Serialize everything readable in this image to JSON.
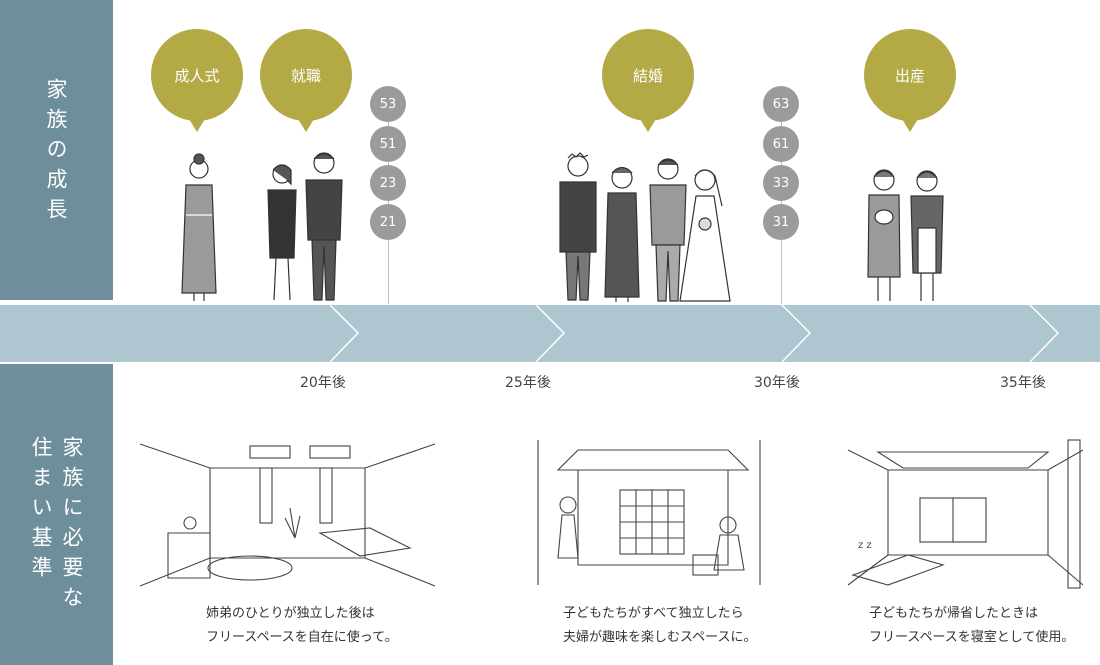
{
  "side_labels": {
    "top": "家族の成長",
    "bottom_right": "家族に必要な",
    "bottom_left": "住まい基準"
  },
  "events": [
    {
      "label": "成人式"
    },
    {
      "label": "就職"
    },
    {
      "label": "結婚"
    },
    {
      "label": "出産"
    }
  ],
  "age_groups": [
    {
      "ages": [
        "53",
        "51",
        "23",
        "21"
      ]
    },
    {
      "ages": [
        "63",
        "61",
        "33",
        "31"
      ]
    }
  ],
  "years": [
    "20年後",
    "25年後",
    "30年後",
    "35年後"
  ],
  "captions": [
    {
      "line1": "姉弟のひとりが独立した後は",
      "line2": "フリースペースを自在に使って。"
    },
    {
      "line1": "子どもたちがすべて独立したら",
      "line2": "夫婦が趣味を楽しむスペースに。"
    },
    {
      "line1": "子どもたちが帰省したときは",
      "line2": "フリースペースを寝室として使用。"
    }
  ],
  "colors": {
    "sidebar": "#6e8e9c",
    "band": "#aec6cf",
    "bubble": "#b3aa46",
    "age": "#9b9b9b"
  }
}
